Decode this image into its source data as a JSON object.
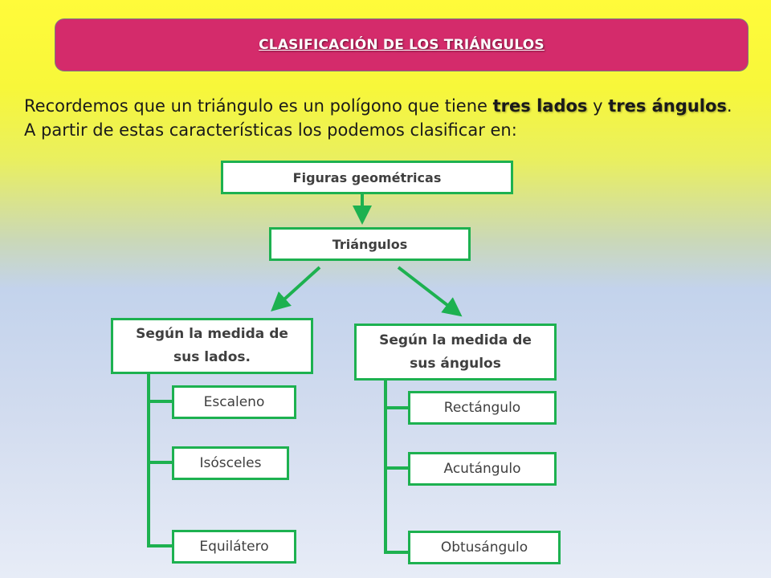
{
  "slide": {
    "title": "CLASIFICACIÓN DE LOS TRIÁNGULOS",
    "intro": {
      "line1_prefix": "Recordemos que un triángulo es un polígono que tiene ",
      "line1_bold1": "tres lados",
      "line1_mid": " y ",
      "line1_bold2": "tres ángulos",
      "line1_end": ".",
      "line2": "A partir de estas características los podemos clasificar en:"
    }
  },
  "diagram": {
    "root": "Figuras geométricas",
    "child": "Triángulos",
    "branch_sides": {
      "label_line1": "Según la medida de",
      "label_line2": "sus lados.",
      "items": [
        "Escaleno",
        "Isósceles",
        "Equilátero"
      ]
    },
    "branch_angles": {
      "label_line1": "Según la medida de",
      "label_line2": "sus ángulos",
      "items": [
        "Rectángulo",
        "Acutángulo",
        "Obtusángulo"
      ]
    }
  },
  "colors": {
    "banner": "#d42b6b",
    "box_border": "#1db150",
    "connector": "#1db150"
  }
}
